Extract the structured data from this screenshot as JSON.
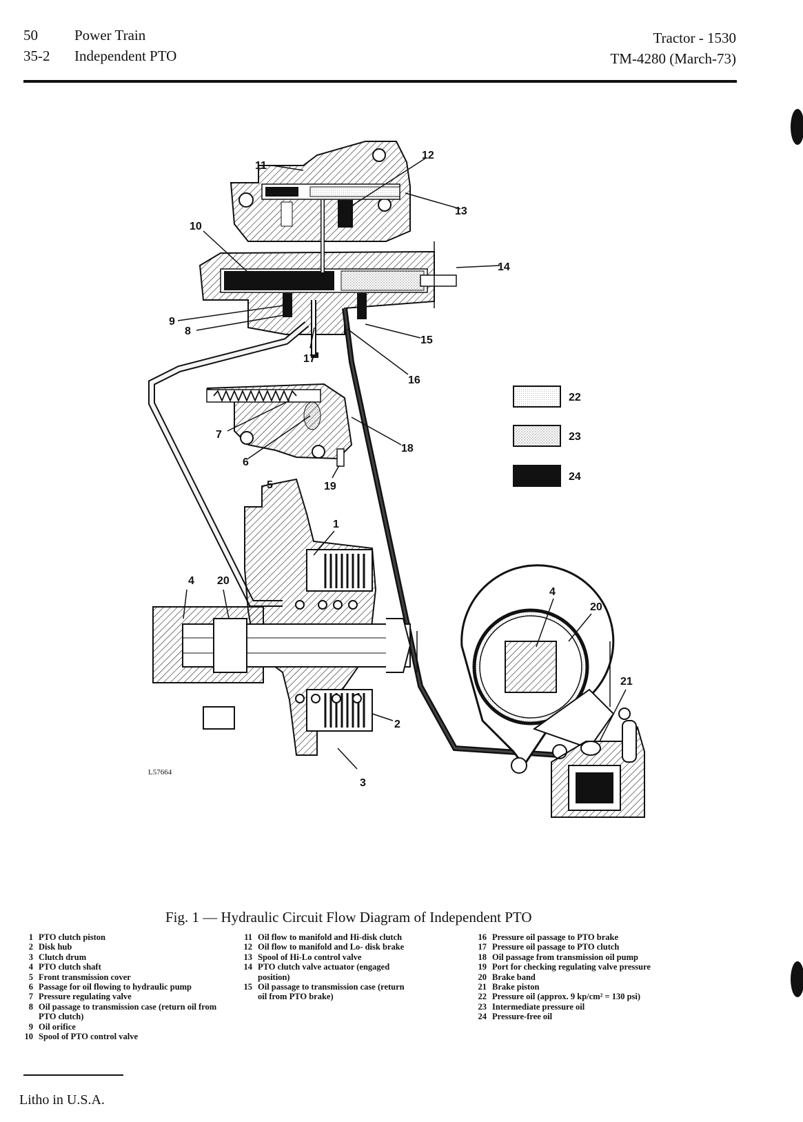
{
  "header": {
    "page_number": "50",
    "section_number": "35-2",
    "section_title": "Power Train",
    "subsection_title": "Independent PTO",
    "model": "Tractor - 1530",
    "manual": "TM-4280 (March-73)"
  },
  "figure": {
    "callouts": [
      "1",
      "2",
      "3",
      "4",
      "5",
      "6",
      "7",
      "8",
      "9",
      "10",
      "11",
      "12",
      "13",
      "14",
      "15",
      "16",
      "17",
      "18",
      "19",
      "20",
      "21"
    ],
    "second_callouts": [
      "4",
      "20"
    ],
    "key_labels": [
      "22",
      "23",
      "24"
    ],
    "drawing_id": "L57664",
    "caption": "Fig. 1 — Hydraulic Circuit Flow Diagram of Independent PTO"
  },
  "legend": {
    "col1": [
      {
        "n": "1",
        "t": "PTO clutch piston"
      },
      {
        "n": "2",
        "t": "Disk hub"
      },
      {
        "n": "3",
        "t": "Clutch drum"
      },
      {
        "n": "4",
        "t": "PTO clutch shaft"
      },
      {
        "n": "5",
        "t": "Front transmission cover"
      },
      {
        "n": "6",
        "t": "Passage for oil flowing to hydraulic pump"
      },
      {
        "n": "7",
        "t": "Pressure regulating valve"
      },
      {
        "n": "8",
        "t": "Oil passage to transmission case (return oil from PTO clutch)"
      },
      {
        "n": "9",
        "t": "Oil orifice"
      },
      {
        "n": "10",
        "t": "Spool of PTO control valve"
      }
    ],
    "col2": [
      {
        "n": "11",
        "t": "Oil flow to manifold and Hi-disk clutch"
      },
      {
        "n": "12",
        "t": "Oil flow to manifold and Lo- disk brake"
      },
      {
        "n": "13",
        "t": "Spool of Hi-Lo control valve"
      },
      {
        "n": "14",
        "t": "PTO clutch valve actuator (engaged position)"
      },
      {
        "n": "15",
        "t": "Oil passage to transmission case (return oil from PTO brake)"
      }
    ],
    "col3": [
      {
        "n": "16",
        "t": "Pressure oil passage to PTO brake"
      },
      {
        "n": "17",
        "t": "Pressure oil passage to PTO clutch"
      },
      {
        "n": "18",
        "t": "Oil passage from transmission oil pump"
      },
      {
        "n": "19",
        "t": "Port for checking regulating valve pressure"
      },
      {
        "n": "20",
        "t": "Brake band"
      },
      {
        "n": "21",
        "t": "Brake piston"
      },
      {
        "n": "22",
        "t": "Pressure oil (approx. 9 kp/cm² = 130 psi)"
      },
      {
        "n": "23",
        "t": "Intermediate pressure oil"
      },
      {
        "n": "24",
        "t": "Pressure-free oil"
      }
    ]
  },
  "footer": {
    "text": "Litho in U.S.A."
  }
}
